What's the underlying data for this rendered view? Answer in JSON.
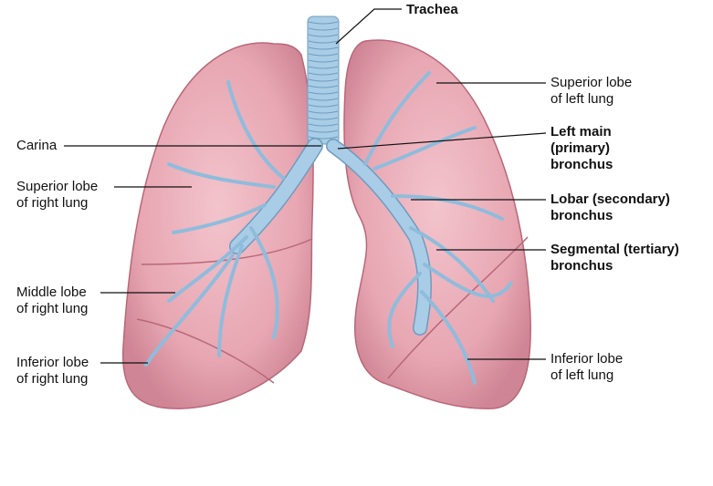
{
  "labels": {
    "trachea": "Trachea",
    "superior_left": [
      "Superior lobe",
      "of left lung"
    ],
    "carina": "Carina",
    "left_main": [
      "Left main",
      "(primary)",
      "bronchus"
    ],
    "superior_right": [
      "Superior lobe",
      "of right lung"
    ],
    "lobar": [
      "Lobar (secondary)",
      "bronchus"
    ],
    "segmental": [
      "Segmental (tertiary)",
      "bronchus"
    ],
    "middle_right": [
      "Middle lobe",
      "of right lung"
    ],
    "inferior_right": [
      "Inferior lobe",
      "of right lung"
    ],
    "inferior_left": [
      "Inferior lobe",
      "of left lung"
    ]
  },
  "colors": {
    "lung": "#e7a6b2",
    "lung_edge": "#b86878",
    "airway": "#a9cde6",
    "airway_edge": "#6e9cc0",
    "leader": "#111111"
  }
}
